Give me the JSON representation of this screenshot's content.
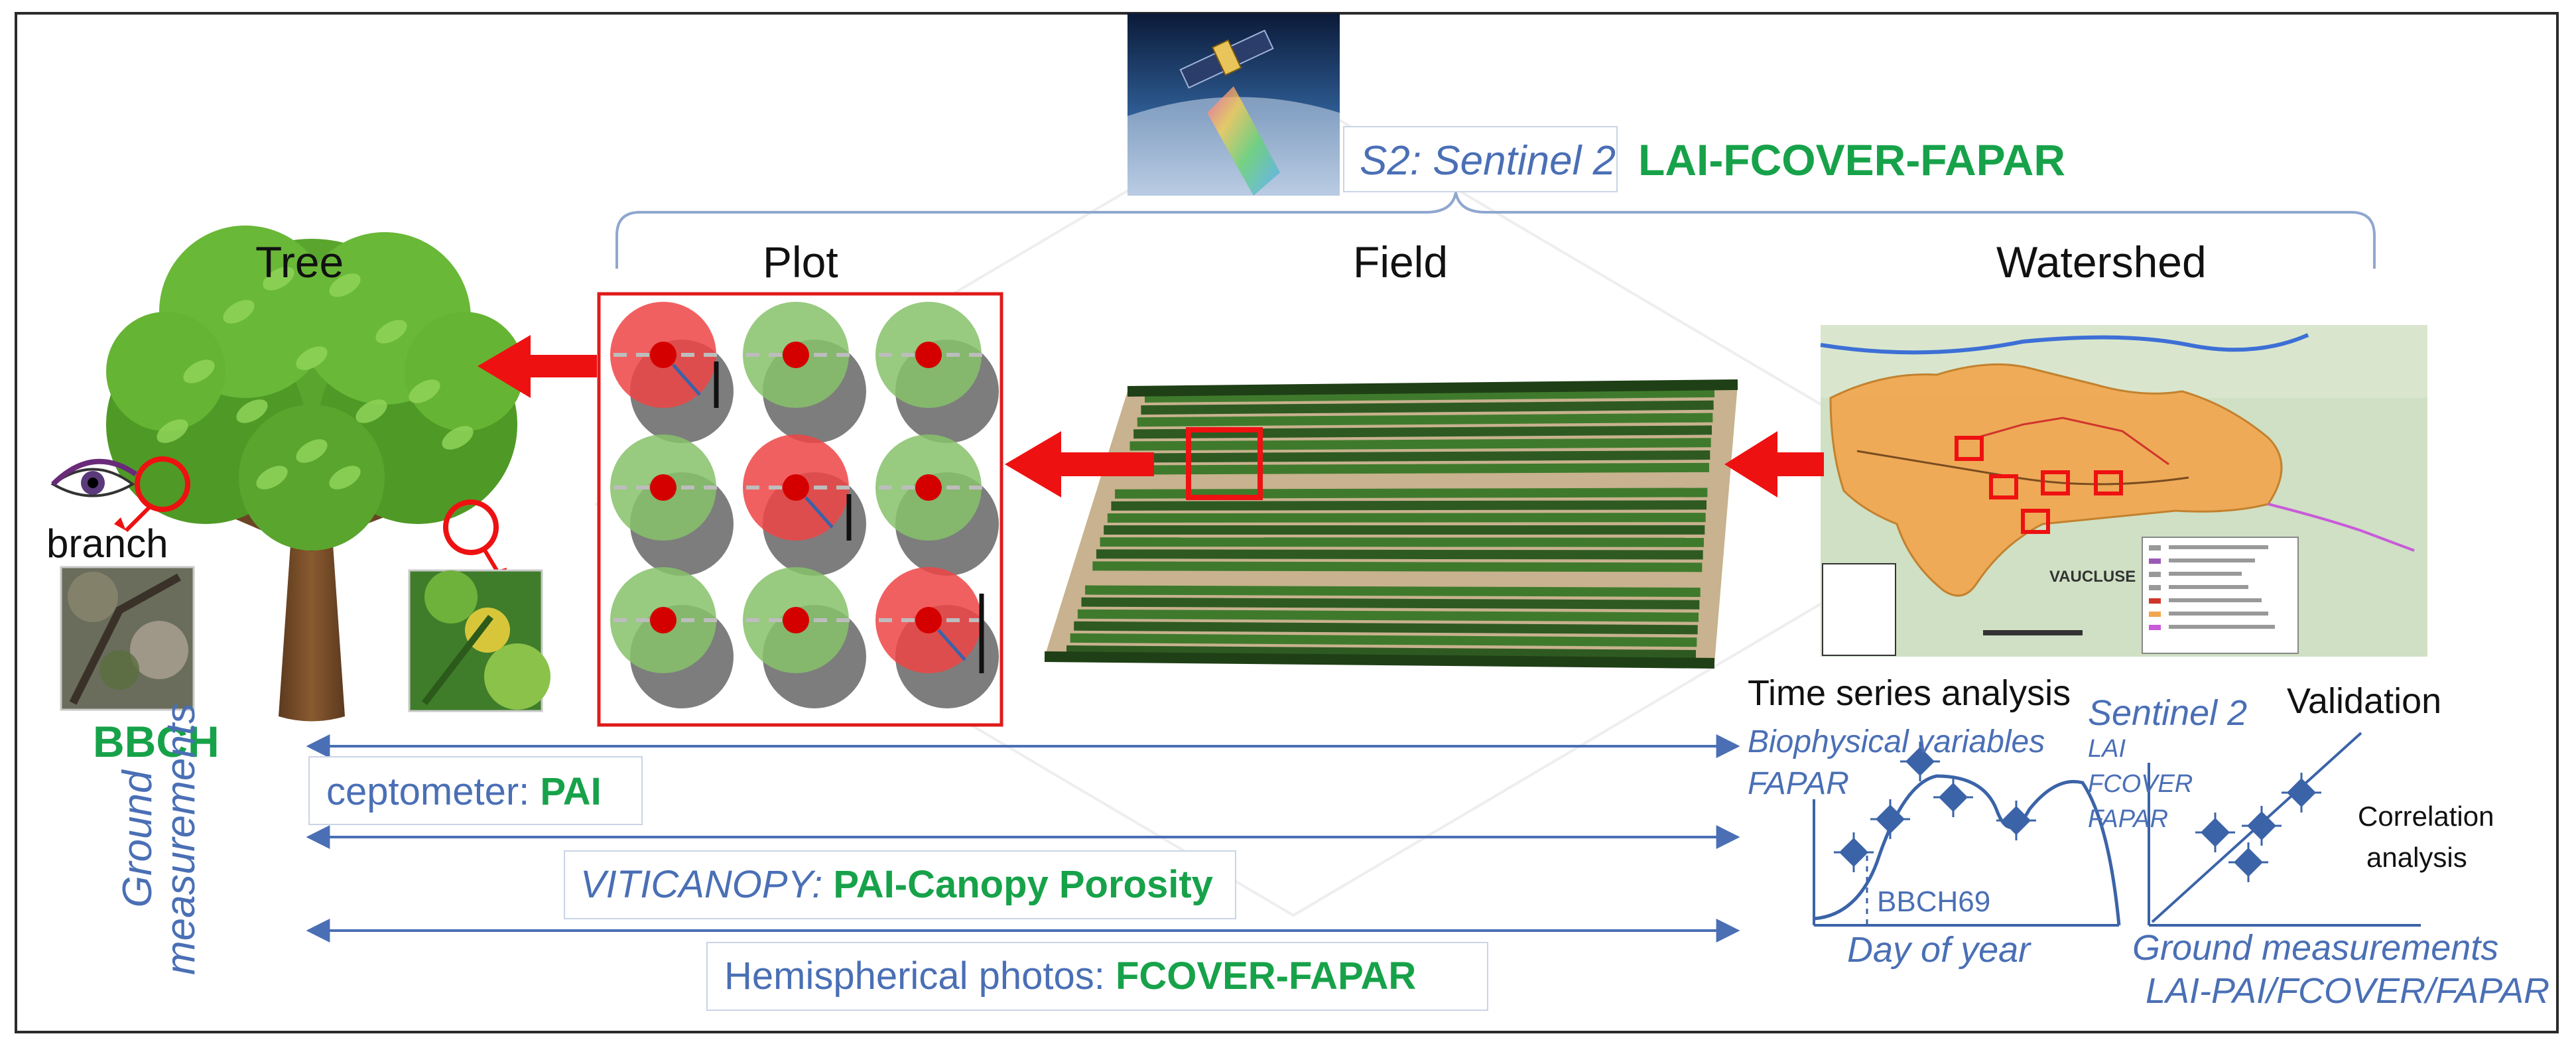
{
  "satellite": {
    "label_prefix": "S2: Sentinel 2",
    "products": "LAI-FCOVER-FAPAR"
  },
  "scales": {
    "tree": "Tree",
    "plot": "Plot",
    "field": "Field",
    "watershed": "Watershed"
  },
  "tree_panel": {
    "branch_label": "branch",
    "phenology_label": "BBCH"
  },
  "map": {
    "region_label": "VAUCLUSE"
  },
  "ground": {
    "axis_label_line1": "Ground",
    "axis_label_line2": "measurements",
    "ceptometer_prefix": "ceptometer: ",
    "ceptometer_var": "PAI",
    "viticanopy_prefix": "VITICANOPY: ",
    "viticanopy_var": "PAI-Canopy Porosity",
    "hemi_prefix": "Hemispherical photos: ",
    "hemi_var": "FCOVER-FAPAR"
  },
  "timeseries": {
    "title": "Time series analysis",
    "line1": "Biophysical variables",
    "line2": "FAPAR",
    "marker_label": "BBCH69",
    "xlabel": "Day of year"
  },
  "validation": {
    "title": "Validation",
    "sentinel": "Sentinel 2",
    "vars": [
      "LAI",
      "FCOVER",
      "FAPAR"
    ],
    "note_line1": "Correlation",
    "note_line2": "analysis",
    "xlabel_line1": "Ground measurements",
    "xlabel_line2": "LAI-PAI/FCOVER/FAPAR"
  },
  "colors": {
    "arrow_red": "#ee1111",
    "label_blue": "#4a6fb5",
    "variable_green": "#17a24a",
    "map_orange": "#f1a64e",
    "foliage_green": "#57a52c",
    "marker_blue": "#3b63a8"
  }
}
